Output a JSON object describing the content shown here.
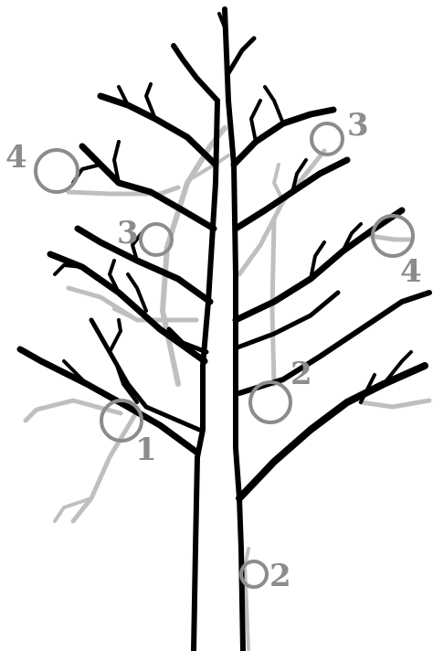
{
  "diagram": {
    "callouts": [
      {
        "id": "c1",
        "label": "1"
      },
      {
        "id": "c2a",
        "label": "2"
      },
      {
        "id": "c2b",
        "label": "2"
      },
      {
        "id": "c3a",
        "label": "3"
      },
      {
        "id": "c3b",
        "label": "3"
      },
      {
        "id": "c4a",
        "label": "4"
      },
      {
        "id": "c4b",
        "label": "4"
      }
    ],
    "colors": {
      "main_tree": "#000000",
      "removed_branches": "#bfbfbf",
      "callouts": "#8c8c8c",
      "background": "#ffffff"
    }
  }
}
